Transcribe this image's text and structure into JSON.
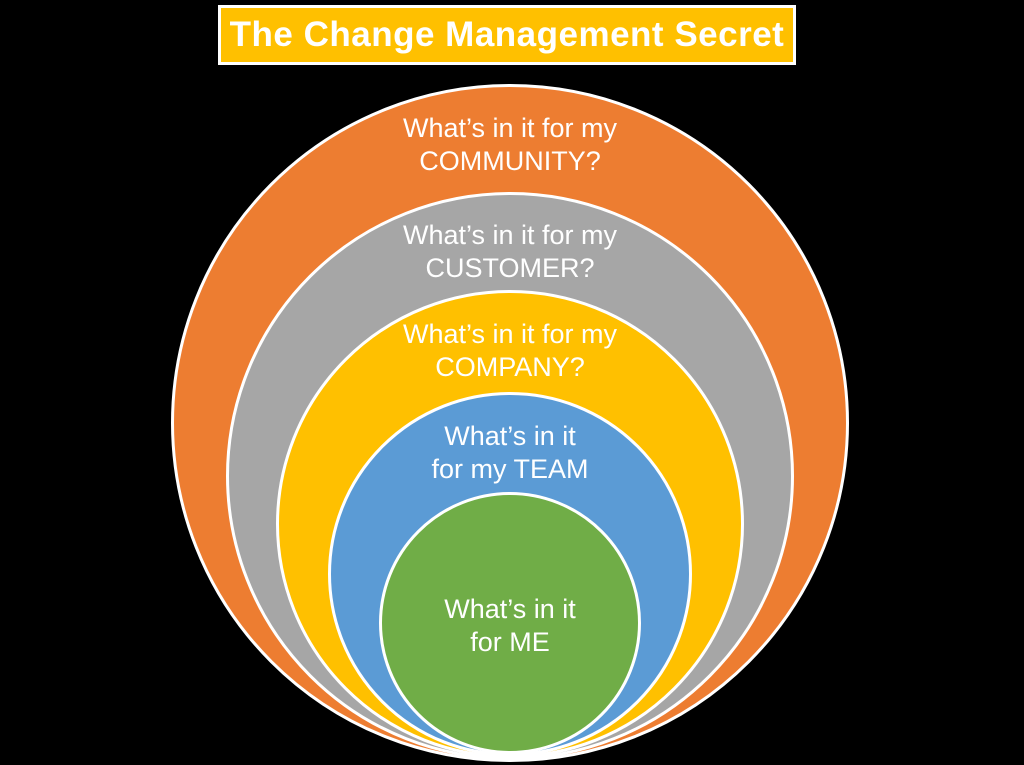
{
  "title": {
    "text": "The Change Management Secret",
    "background": "#FFC000",
    "border_color": "#FFFFFF",
    "text_color": "#FFFFFF"
  },
  "diagram": {
    "type": "nested-circles",
    "description_order": "outermost to innermost, all circles tangent near bottom",
    "outline_color": "#FFFFFF",
    "label_color": "#FFFFFF",
    "background": "#000000",
    "rings": [
      {
        "id": "community",
        "color": "#ED7D31",
        "lines": [
          "What’s in it for my",
          "COMMUNITY?"
        ]
      },
      {
        "id": "customer",
        "color": "#A6A6A6",
        "lines": [
          "What’s in it for my",
          "CUSTOMER?"
        ]
      },
      {
        "id": "company",
        "color": "#FFC000",
        "lines": [
          "What’s in it for my",
          "COMPANY?"
        ]
      },
      {
        "id": "team",
        "color": "#5B9BD5",
        "lines": [
          "What’s in it",
          "for my TEAM"
        ]
      },
      {
        "id": "me",
        "color": "#70AD47",
        "lines": [
          "What’s in it",
          "for ME"
        ]
      }
    ]
  }
}
